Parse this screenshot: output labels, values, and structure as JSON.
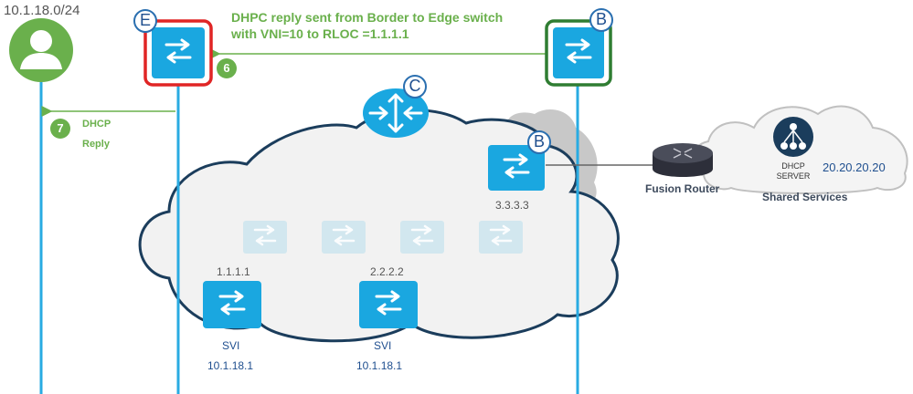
{
  "subnet_label": "10.1.18.0/24",
  "message": {
    "line1": "DHPC reply sent  from Border to Edge switch",
    "line2": "with VNI=10 to RLOC =1.1.1.1"
  },
  "steps": {
    "six": {
      "number": "6"
    },
    "seven": {
      "number": "7",
      "line1": "DHCP",
      "line2": "Reply"
    }
  },
  "badges": {
    "edge": "E",
    "border_top": "B",
    "control": "C",
    "border_cloud": "B"
  },
  "switch_labels": {
    "edge_rloc": "1.1.1.1",
    "mid_rloc": "2.2.2.2",
    "border_rloc": "3.3.3.3",
    "edge_svi": "SVI",
    "edge_svi_ip": "10.1.18.1",
    "mid_svi": "SVI",
    "mid_svi_ip": "10.1.18.1"
  },
  "fusion_router": "Fusion Router",
  "dhcp_server": {
    "line1": "DHCP",
    "line2": "SERVER",
    "ip": "20.20.20.20"
  },
  "shared_services": "Shared Services",
  "colors": {
    "switch_blue": "#1aa7e0",
    "vertical_line": "#29abe2",
    "edge_border": "#e02525",
    "border_border": "#2f7d32",
    "green_text": "#6ab04c",
    "cloud_stroke": "#1b3d5c"
  }
}
